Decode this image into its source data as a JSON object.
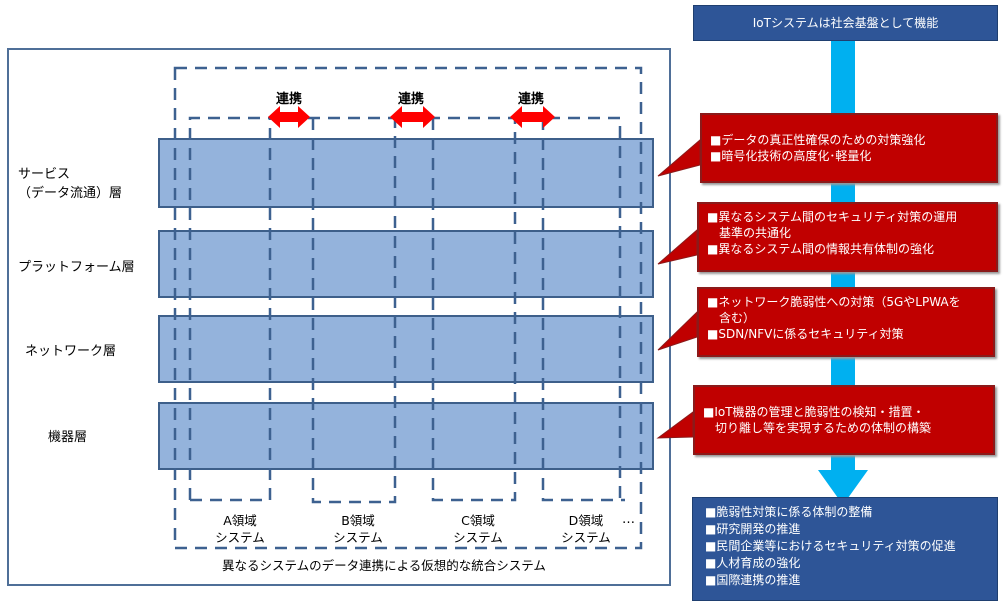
{
  "top_box": "IoTシステムは社会基盤として機能",
  "layers": [
    {
      "label_line1": "サービス",
      "label_line2": "（データ流通）層"
    },
    {
      "label": "プラットフォーム層"
    },
    {
      "label": "ネットワーク層"
    },
    {
      "label": "機器層"
    }
  ],
  "link_label": "連携",
  "systems": [
    {
      "line1": "A領域",
      "line2": "システム"
    },
    {
      "line1": "B領域",
      "line2": "システム"
    },
    {
      "line1": "C領域",
      "line2": "システム"
    },
    {
      "line1": "D領域",
      "line2": "システム"
    }
  ],
  "ellipsis": "…",
  "integrated_caption": "異なるシステムのデータ連携による仮想的な統合システム",
  "measures": [
    [
      "■データの真正性確保のための対策強化",
      "■暗号化技術の高度化･軽量化"
    ],
    [
      "■異なるシステム間のセキュリティ対策の運用",
      "　基準の共通化",
      "■異なるシステム間の情報共有体制の強化"
    ],
    [
      "■ネットワーク脆弱性への対策（5GやLPWAを",
      "　含む）",
      "■SDN/NFVに係るセキュリティ対策"
    ],
    [
      "■IoT機器の管理と脆弱性の検知・措置・",
      "　切り離し等を実現するための体制の構築"
    ]
  ],
  "foundation": [
    "■脆弱性対策に係る体制の整備",
    "■研究開発の推進",
    "■民間企業等におけるセキュリティ対策の促進",
    "■人材育成の強化",
    "■国際連携の推進"
  ],
  "colors": {
    "red": "#c00000",
    "navy": "#2e5597",
    "layer": "#94b3dc",
    "arrow": "#00b0f0",
    "link_arrow": "#ff0000"
  }
}
